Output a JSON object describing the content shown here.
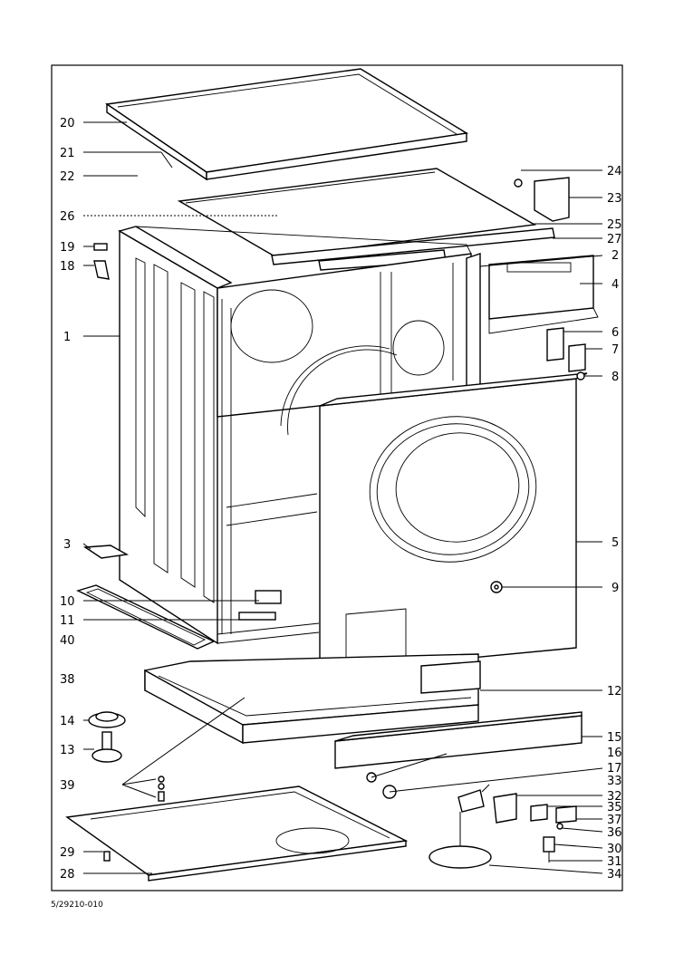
{
  "diagram": {
    "reference_code": "5/29210-010",
    "callouts": [
      "20",
      "21",
      "22",
      "24",
      "23",
      "26",
      "25",
      "27",
      "19",
      "18",
      "2",
      "4",
      "1",
      "6",
      "7",
      "8",
      "3",
      "5",
      "9",
      "10",
      "11",
      "40",
      "38",
      "12",
      "14",
      "15",
      "16",
      "13",
      "17",
      "39",
      "33",
      "32",
      "35",
      "37",
      "36",
      "29",
      "30",
      "31",
      "28",
      "34"
    ]
  }
}
